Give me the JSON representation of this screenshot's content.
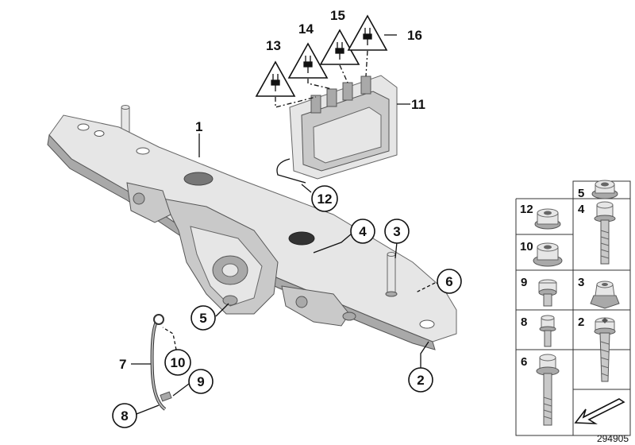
{
  "diagram": {
    "callouts": [
      {
        "id": "c1",
        "label": "1",
        "circled": false
      },
      {
        "id": "c2",
        "label": "2",
        "circled": true
      },
      {
        "id": "c3",
        "label": "3",
        "circled": true
      },
      {
        "id": "c4",
        "label": "4",
        "circled": true
      },
      {
        "id": "c5",
        "label": "5",
        "circled": true
      },
      {
        "id": "c6",
        "label": "6",
        "circled": true
      },
      {
        "id": "c7",
        "label": "7",
        "circled": false
      },
      {
        "id": "c8",
        "label": "8",
        "circled": true
      },
      {
        "id": "c9",
        "label": "9",
        "circled": true
      },
      {
        "id": "c10",
        "label": "10",
        "circled": true
      },
      {
        "id": "c11",
        "label": "11",
        "circled": false
      },
      {
        "id": "c12",
        "label": "12",
        "circled": true
      },
      {
        "id": "c13",
        "label": "13",
        "circled": false
      },
      {
        "id": "c14",
        "label": "14",
        "circled": false
      },
      {
        "id": "c15",
        "label": "15",
        "circled": false
      },
      {
        "id": "c16",
        "label": "16",
        "circled": false
      }
    ],
    "parts_grid": [
      {
        "label": "5",
        "part": "flange-nut"
      },
      {
        "label": "12",
        "part": "hex-nut"
      },
      {
        "label": "4",
        "part": "hex-bolt-long"
      },
      {
        "label": "10",
        "part": "flange-nut"
      },
      {
        "label": "9",
        "part": "collar-bolt"
      },
      {
        "label": "3",
        "part": "cage-nut"
      },
      {
        "label": "8",
        "part": "short-bolt"
      },
      {
        "label": "2",
        "part": "torx-bolt"
      },
      {
        "label": "6",
        "part": "flange-bolt"
      },
      {
        "label": "",
        "part": "arrow-tile"
      }
    ],
    "reference_number": "294905"
  }
}
